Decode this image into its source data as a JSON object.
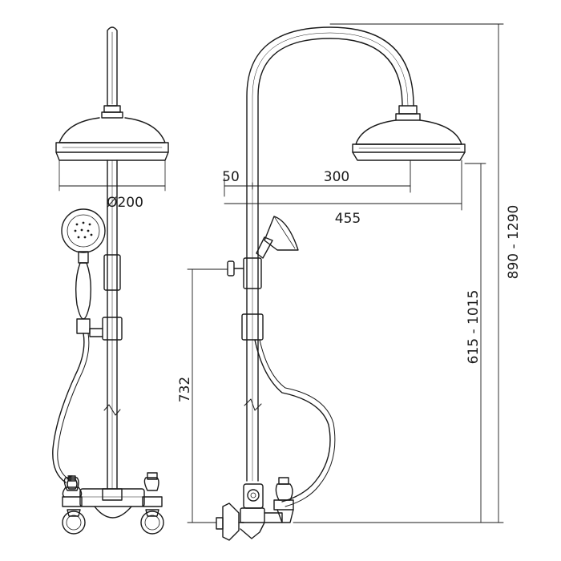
{
  "drawing": {
    "dimensions": {
      "head_diameter": "Ø200",
      "riser_offset": "50",
      "arm_reach": "300",
      "overall_width": "455",
      "outlet_height": "732",
      "head_height": "615 - 1015",
      "overall_height": "890 - 1290"
    },
    "colors": {
      "line": "#1a1a1a",
      "background": "#ffffff"
    }
  }
}
